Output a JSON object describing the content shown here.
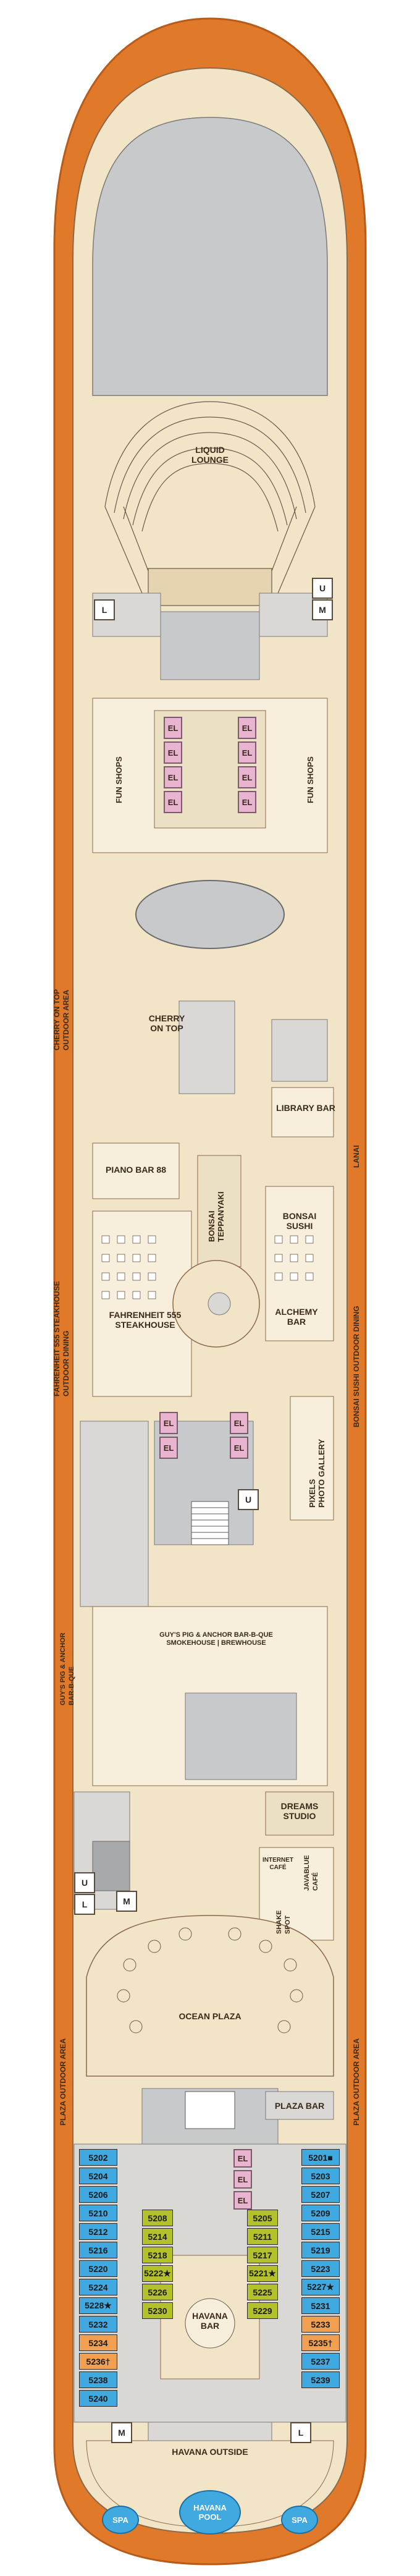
{
  "colors": {
    "hull": "#e07a2a",
    "hull_dark": "#b85a18",
    "deck": "#f2e4c6",
    "deck_light": "#f7eedb",
    "open_space": "#c8c9cb",
    "interior_gray": "#d9d8d4",
    "elevator": "#e9b4cf",
    "cabin_blue": "#3fa9e0",
    "cabin_green": "#b3c22a",
    "cabin_orange": "#f0a050"
  },
  "venues": {
    "liquid_lounge": "LIQUID\nLOUNGE",
    "fun_shops_left": "FUN SHOPS",
    "fun_shops_right": "FUN SHOPS",
    "cherry_on_top": "CHERRY\nON TOP",
    "library_bar": "LIBRARY BAR",
    "piano_bar": "PIANO BAR 88",
    "bonsai_teppanyaki": "BONSAI\nTEPPANYAKI",
    "bonsai_sushi": "BONSAI\nSUSHI",
    "fahrenheit": "FAHRENHEIT 555\nSTEAKHOUSE",
    "alchemy_bar": "ALCHEMY\nBAR",
    "pixels": "PIXELS\nPHOTO GALLERY",
    "guys_center": "GUY'S PIG & ANCHOR BAR-B-QUE\nSMOKEHOUSE | BREWHOUSE",
    "dreams_studio": "DREAMS\nSTUDIO",
    "internet_cafe": "INTERNET\nCAFÉ",
    "javablue_cafe": "JAVABLUE\nCAFÉ",
    "shake_spot": "SHAKE\nSPOT",
    "ocean_plaza": "OCEAN PLAZA",
    "plaza_bar": "PLAZA BAR",
    "havana_bar": "HAVANA\nBAR",
    "havana_outside": "HAVANA OUTSIDE",
    "havana_pool": "HAVANA\nPOOL",
    "spa_left": "SPA",
    "spa_right": "SPA"
  },
  "outdoor_labels": {
    "cherry_outdoor": "CHERRY ON TOP\nOUTDOOR AREA",
    "fahrenheit_outdoor": "FAHRENHEIT 555 STEAKHOUSE\nOUTDOOR DINING",
    "guys_outdoor": "GUY'S PIG & ANCHOR\nBAR-B-QUE",
    "plaza_outdoor_left": "PLAZA OUTDOOR AREA",
    "plaza_outdoor_right": "PLAZA OUTDOOR AREA",
    "lanai": "LANAI",
    "bonsai_outdoor": "BONSAI SUSHI OUTDOOR DINING"
  },
  "elevator_label": "EL",
  "utilities": {
    "l": "L",
    "u": "U",
    "m": "M"
  },
  "cabins_left_outer": [
    "5202",
    "5204",
    "5206",
    "5210",
    "5212",
    "5216",
    "5220",
    "5224",
    "5228★",
    "5232",
    "5234",
    "5236†",
    "5238",
    "5240"
  ],
  "cabins_left_inner": [
    "5208",
    "5214",
    "5218",
    "5222★",
    "5226",
    "5230"
  ],
  "cabins_right_inner": [
    "5205",
    "5211",
    "5217",
    "5221★",
    "5225",
    "5229"
  ],
  "cabins_right_outer": [
    "5201■",
    "5203",
    "5207",
    "5209",
    "5215",
    "5219",
    "5223",
    "5227★",
    "5231",
    "5233",
    "5235†",
    "5237",
    "5239"
  ]
}
